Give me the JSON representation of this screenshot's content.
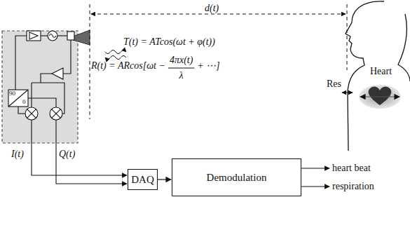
{
  "diagram": {
    "nodes": [
      {
        "text": [
          "DAQ"
        ]
      },
      {
        "text": [
          "Demodulation"
        ]
      }
    ],
    "edges": [
      {
        "from": 0,
        "to": 1,
        "arrow": "to"
      }
    ],
    "labels": [
      "d(t)",
      "T(t) = ATcos(ωt + φ(t))",
      "R(t) = ARcos[ωt −",
      "4πx(t)",
      "λ",
      "+ ⋯]",
      "Res",
      "Heart",
      "90",
      "0",
      "I(t)",
      "Q(t)",
      "heart beat",
      "respiration"
    ]
  }
}
